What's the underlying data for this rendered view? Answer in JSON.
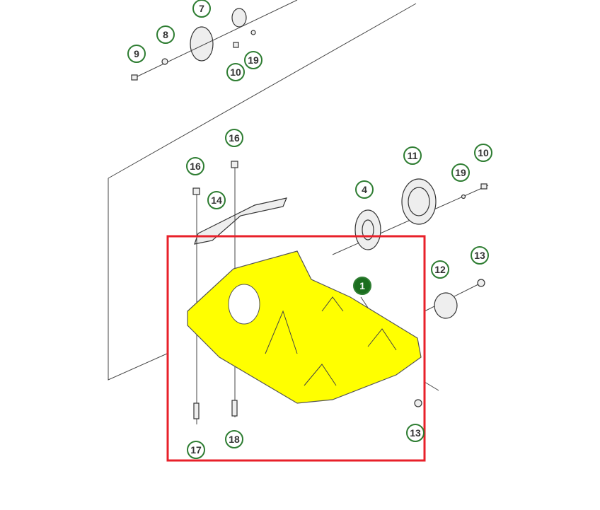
{
  "diagram": {
    "callouts": [
      "7",
      "8",
      "9",
      "10",
      "19",
      "16",
      "16",
      "14",
      "4",
      "11",
      "19",
      "10",
      "1",
      "12",
      "13",
      "13",
      "17",
      "18"
    ],
    "highlight_color": "#ffff00",
    "selection_box_color": "#e8202a",
    "callout_color": "#2e7d32"
  }
}
